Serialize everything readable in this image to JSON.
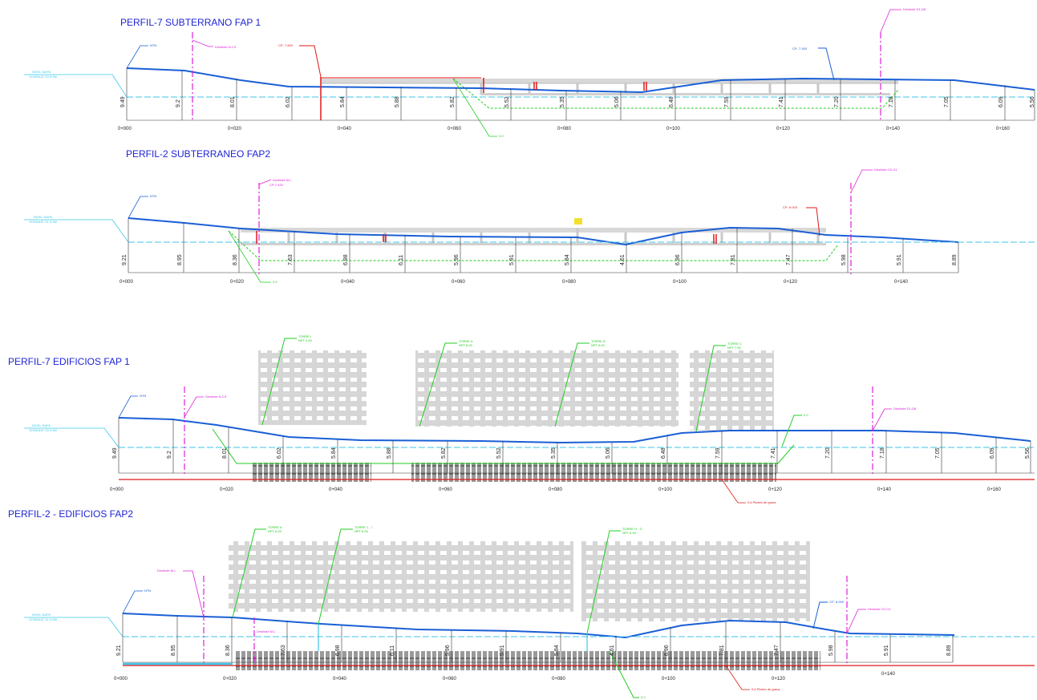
{
  "colors": {
    "title": "#1f24d6",
    "terrain": "#1a5fd6",
    "water": "#3fc6e8",
    "green": "#22cc22",
    "magenta": "#e020d8",
    "red": "#e01818",
    "building": "#c8c8c8",
    "yellow": "#f2e030"
  },
  "profiles": [
    {
      "title": "PERFIL-7 SUBTERRANO FAP 1",
      "ntn": "NTN",
      "napa": [
        "NIVEL NAPA",
        "SONDAJE S3 5.5M"
      ],
      "cut_left": "Deslinde N-C3",
      "cut_right": "Deslinde D1-D8",
      "cp_left": "CP- 7.600",
      "cp_right": "CP- 7.160",
      "zero": "0.0",
      "depths": [
        "9.49",
        "9.2",
        "8.01",
        "6.02",
        "5.84",
        "5.88",
        "5.82",
        "5.52",
        "5.35",
        "5.06",
        "6.48",
        "7.59",
        "7.41",
        "7.20",
        "7.18",
        "7.05",
        "6.09",
        "5.56"
      ],
      "stations": [
        "0+000",
        "0+020",
        "0+040",
        "0+060",
        "0+080",
        "0+100",
        "0+120",
        "0+140",
        "0+160"
      ]
    },
    {
      "title": "PERFIL-2 SUBTERRANEO FAP2",
      "ntn": "NTN",
      "napa": [
        "NIVEL NAPA",
        "SONDAJE S1 5.5M"
      ],
      "cut_left": "Deslinde M-L",
      "cut_left_sub": "CP-7.420",
      "cut_right": "Deslinde O2-O1",
      "cp_right": "CP- 6.000",
      "zero": "0.0",
      "depths": [
        "9.21",
        "8.95",
        "8.36",
        "7.63",
        "6.98",
        "6.11",
        "5.96",
        "5.91",
        "5.84",
        "4.61",
        "6.96",
        "7.81",
        "7.47",
        "5.98",
        "5.91",
        "8.89"
      ],
      "stations": [
        "0+000",
        "0+020",
        "0+040",
        "0+060",
        "0+080",
        "0+100",
        "0+120",
        "0+140"
      ]
    },
    {
      "title": "PERFIL-7  EDIFICIOS FAP 1",
      "ntn": "NTN",
      "napa": [
        "NIVEL NAPA",
        "SONDAJE S3 5.5M"
      ],
      "cut_left": "Deslinde N-C3",
      "cut_right": "Deslinde D1-D8",
      "zero": "0.0",
      "towers": [
        [
          "TORRE I",
          "NPT 9.50"
        ],
        [
          "TORRE A",
          "NPT 6.00"
        ],
        [
          "TORRE B",
          "NPT 6.00"
        ],
        [
          "TORRE C",
          "NPT 7.60"
        ]
      ],
      "piles": "0.6 Pilotes de grava",
      "depths": [
        "9.49",
        "9.2",
        "8.01",
        "6.02",
        "5.84",
        "5.88",
        "5.82",
        "5.52",
        "5.35",
        "5.06",
        "6.48",
        "7.59",
        "7.41",
        "7.20",
        "7.18",
        "7.05",
        "6.09",
        "5.56"
      ],
      "stations": [
        "0+000",
        "0+020",
        "0+040",
        "0+060",
        "0+080",
        "0+100",
        "0+120",
        "0+140",
        "0+160"
      ]
    },
    {
      "title": "PERFIL-2  - EDIFICIOS FAP2",
      "ntn": "NTN",
      "napa": [
        "NIVEL NAPA",
        "SONDAJE S1 5.5M"
      ],
      "cut_left": "Deslinde M-L",
      "cut_left_sub": "Deslinde M-L",
      "cut_right": "Deslinde O2-O1",
      "cp_right": "CP- 6.000",
      "zero": "0.0",
      "towers": [
        [
          "TORRE A",
          "NPT 6.00"
        ],
        [
          "TORRE J - I",
          "NPT 6.00"
        ],
        [
          "TORRE H - G",
          "NPT 6.00"
        ]
      ],
      "piles": "0.6 Pilotes de grava",
      "depths": [
        "9.21",
        "8.95",
        "8.36",
        "7.63",
        "6.98",
        "6.11",
        "5.96",
        "5.91",
        "5.84",
        "4.61",
        "6.96",
        "7.81",
        "7.47",
        "5.98",
        "5.91",
        "8.89"
      ],
      "stations": [
        "0+000",
        "0+020",
        "0+040",
        "0+060",
        "0+080",
        "0+100",
        "0+120",
        "0+140"
      ]
    }
  ]
}
